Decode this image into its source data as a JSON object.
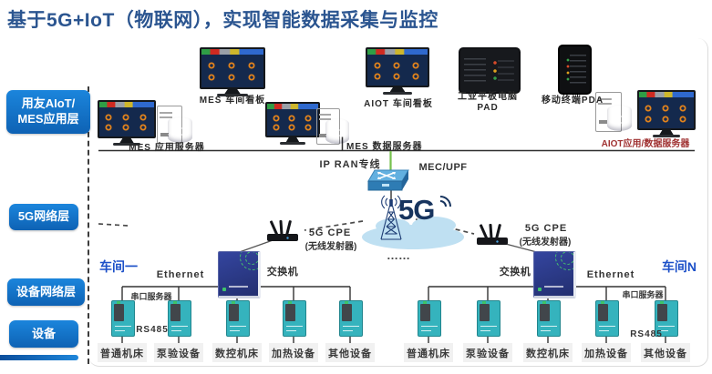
{
  "title": "基于5G+IoT（物联网），实现智能数据采集与监控",
  "colors": {
    "title_blue": "#2b5590",
    "sidebar_blue": "#0f68c0",
    "workshop_blue": "#1c50c8",
    "aiot_label_red": "#a03232",
    "converter_teal": "#35b3bd",
    "network_green_link": "#76c14d"
  },
  "sidebar": {
    "layers": [
      {
        "label": "用友AIoT/\nMES应用层"
      },
      {
        "label": "5G网络层"
      },
      {
        "label": "设备网络层"
      },
      {
        "label": "设备"
      }
    ]
  },
  "app_layer": {
    "mes_board": "MES 车间看板",
    "mes_app_server": "MES 应用服务器",
    "mes_data_server": "MES 数据服务器",
    "aiot_board": "AIOT 车间看板",
    "pad": "工业平板电脑\nPAD",
    "pda": "移动终端PDA",
    "aiot_server": "AIOT应用/数据服务器"
  },
  "network": {
    "ip_ran": "IP RAN专线",
    "mec": "MEC/UPF",
    "five_g": "5G",
    "cpe_left": {
      "title": "5G CPE",
      "subtitle": "(无线发射器)"
    },
    "cpe_right": {
      "title": "5G CPE",
      "subtitle": "(无线发射器)"
    },
    "ellipsis": "……"
  },
  "workshops": [
    {
      "name": "车间一",
      "ethernet": "Ethernet",
      "switch_label": "交换机",
      "serial_server": "串口服务器",
      "rs485": "RS485",
      "devices": [
        "普通机床",
        "泵验设备",
        "数控机床",
        "加热设备",
        "其他设备"
      ]
    },
    {
      "name": "车间N",
      "ethernet": "Ethernet",
      "switch_label": "交换机",
      "serial_server": "串口服务器",
      "rs485": "RS485",
      "devices": [
        "普通机床",
        "泵验设备",
        "数控机床",
        "加热设备",
        "其他设备"
      ]
    }
  ]
}
